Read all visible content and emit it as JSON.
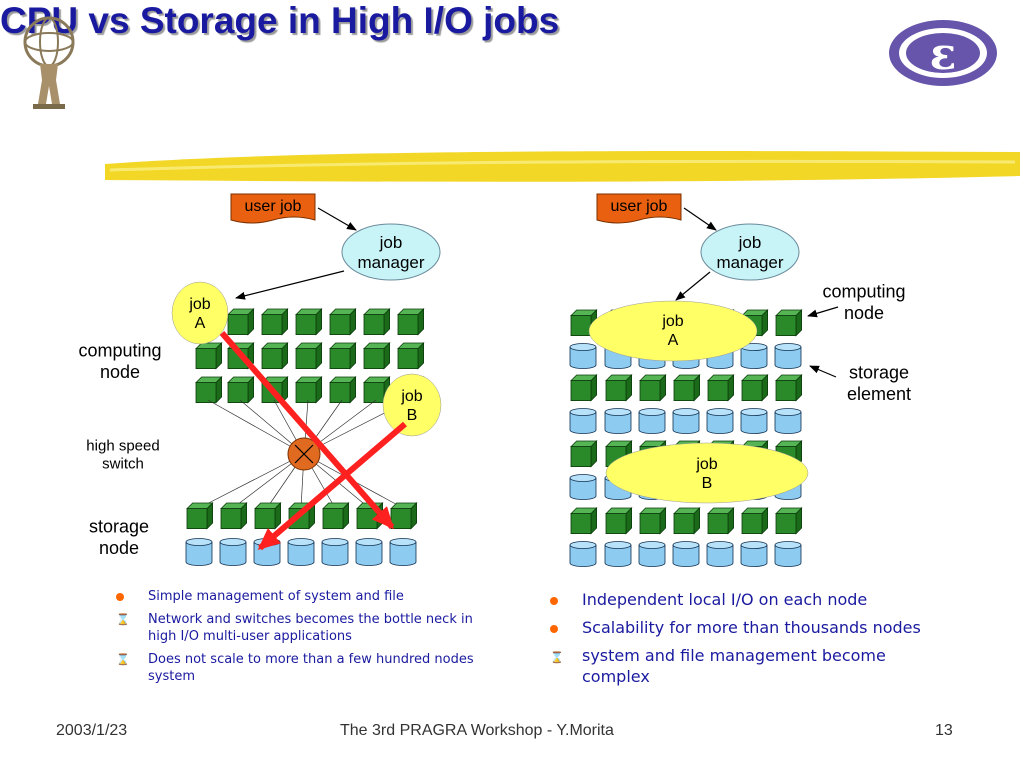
{
  "title": "CPU vs Storage in High I/O jobs",
  "left": {
    "user_job": "user job",
    "job_manager": [
      "job",
      "manager"
    ],
    "job_a": [
      "job",
      "A"
    ],
    "job_b": [
      "job",
      "B"
    ],
    "computing_node": [
      "computing",
      "node"
    ],
    "switch": [
      "high speed",
      "switch"
    ],
    "storage_node": [
      "storage",
      "node"
    ]
  },
  "right": {
    "user_job": "user job",
    "job_manager": [
      "job",
      "manager"
    ],
    "job_a": [
      "job",
      "A"
    ],
    "job_b": [
      "job",
      "B"
    ],
    "computing_node": [
      "computing",
      "node"
    ],
    "storage_element": [
      "storage",
      "element"
    ]
  },
  "left_bullets": [
    {
      "icon": "dot",
      "text": "Simple management of system and file"
    },
    {
      "icon": "hourglass",
      "text": "Network and switches becomes the bottle neck in high I/O multi-user applications"
    },
    {
      "icon": "hourglass",
      "text": "Does not scale to more than a few hundred nodes system"
    }
  ],
  "right_bullets": [
    {
      "icon": "dot",
      "text": "Independent local I/O on each node"
    },
    {
      "icon": "dot",
      "text": "Scalability for more than thousands nodes"
    },
    {
      "icon": "hourglass",
      "text": "system and file management become complex"
    }
  ],
  "footer": {
    "date": "2003/1/23",
    "center": "The 3rd PRAGRA Workshop - Y.Morita",
    "page": "13"
  },
  "colors": {
    "title": "#1a1aa0",
    "cube": "#2a8a2a",
    "disk": "#8ecbf0",
    "cyan_ellipse": "#c8f4f8",
    "yellow_ellipse": "#ffff66",
    "user_job": "#e86010",
    "arrow_red": "#ff2020"
  }
}
